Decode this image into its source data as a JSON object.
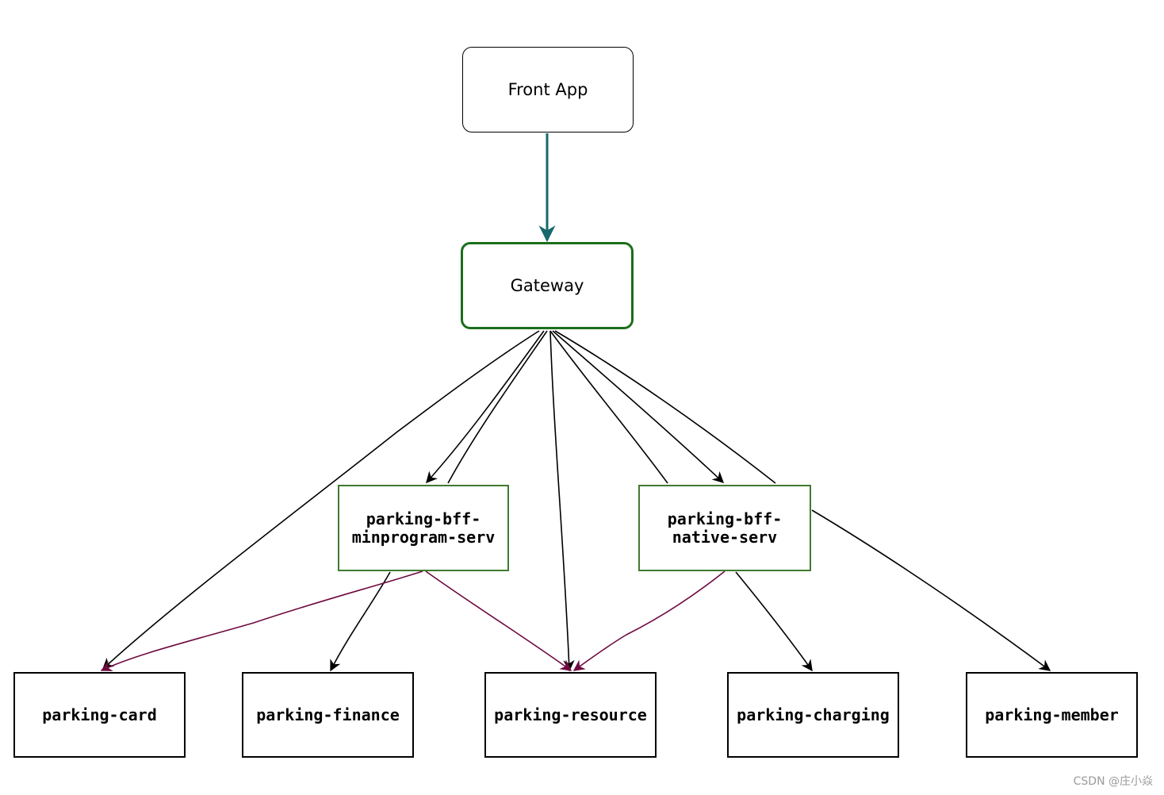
{
  "diagram": {
    "nodes": {
      "front_app": "Front App",
      "gateway": "Gateway",
      "bff_minprogram": "parking-bff-minprogram-serv",
      "bff_native": "parking-bff-native-serv",
      "card": "parking-card",
      "finance": "parking-finance",
      "resource": "parking-resource",
      "charging": "parking-charging",
      "member": "parking-member"
    },
    "edges": [
      {
        "from": "front_app",
        "to": "gateway",
        "style": "teal"
      },
      {
        "from": "gateway",
        "to": "bff_minprogram",
        "style": "black"
      },
      {
        "from": "gateway",
        "to": "bff_native",
        "style": "black"
      },
      {
        "from": "gateway",
        "to": "card",
        "style": "black"
      },
      {
        "from": "gateway",
        "to": "finance",
        "style": "black"
      },
      {
        "from": "gateway",
        "to": "resource",
        "style": "black"
      },
      {
        "from": "gateway",
        "to": "charging",
        "style": "black"
      },
      {
        "from": "gateway",
        "to": "member",
        "style": "black"
      },
      {
        "from": "bff_minprogram",
        "to": "card",
        "style": "maroon"
      },
      {
        "from": "bff_minprogram",
        "to": "resource",
        "style": "maroon"
      },
      {
        "from": "bff_native",
        "to": "resource",
        "style": "maroon"
      }
    ],
    "colors": {
      "teal": "#16696c",
      "black": "#000000",
      "maroon": "#6e0a3f",
      "gateway_border": "#1b6e1b",
      "bff_border": "#3f7a30"
    }
  },
  "watermark": "CSDN @庄小焱"
}
